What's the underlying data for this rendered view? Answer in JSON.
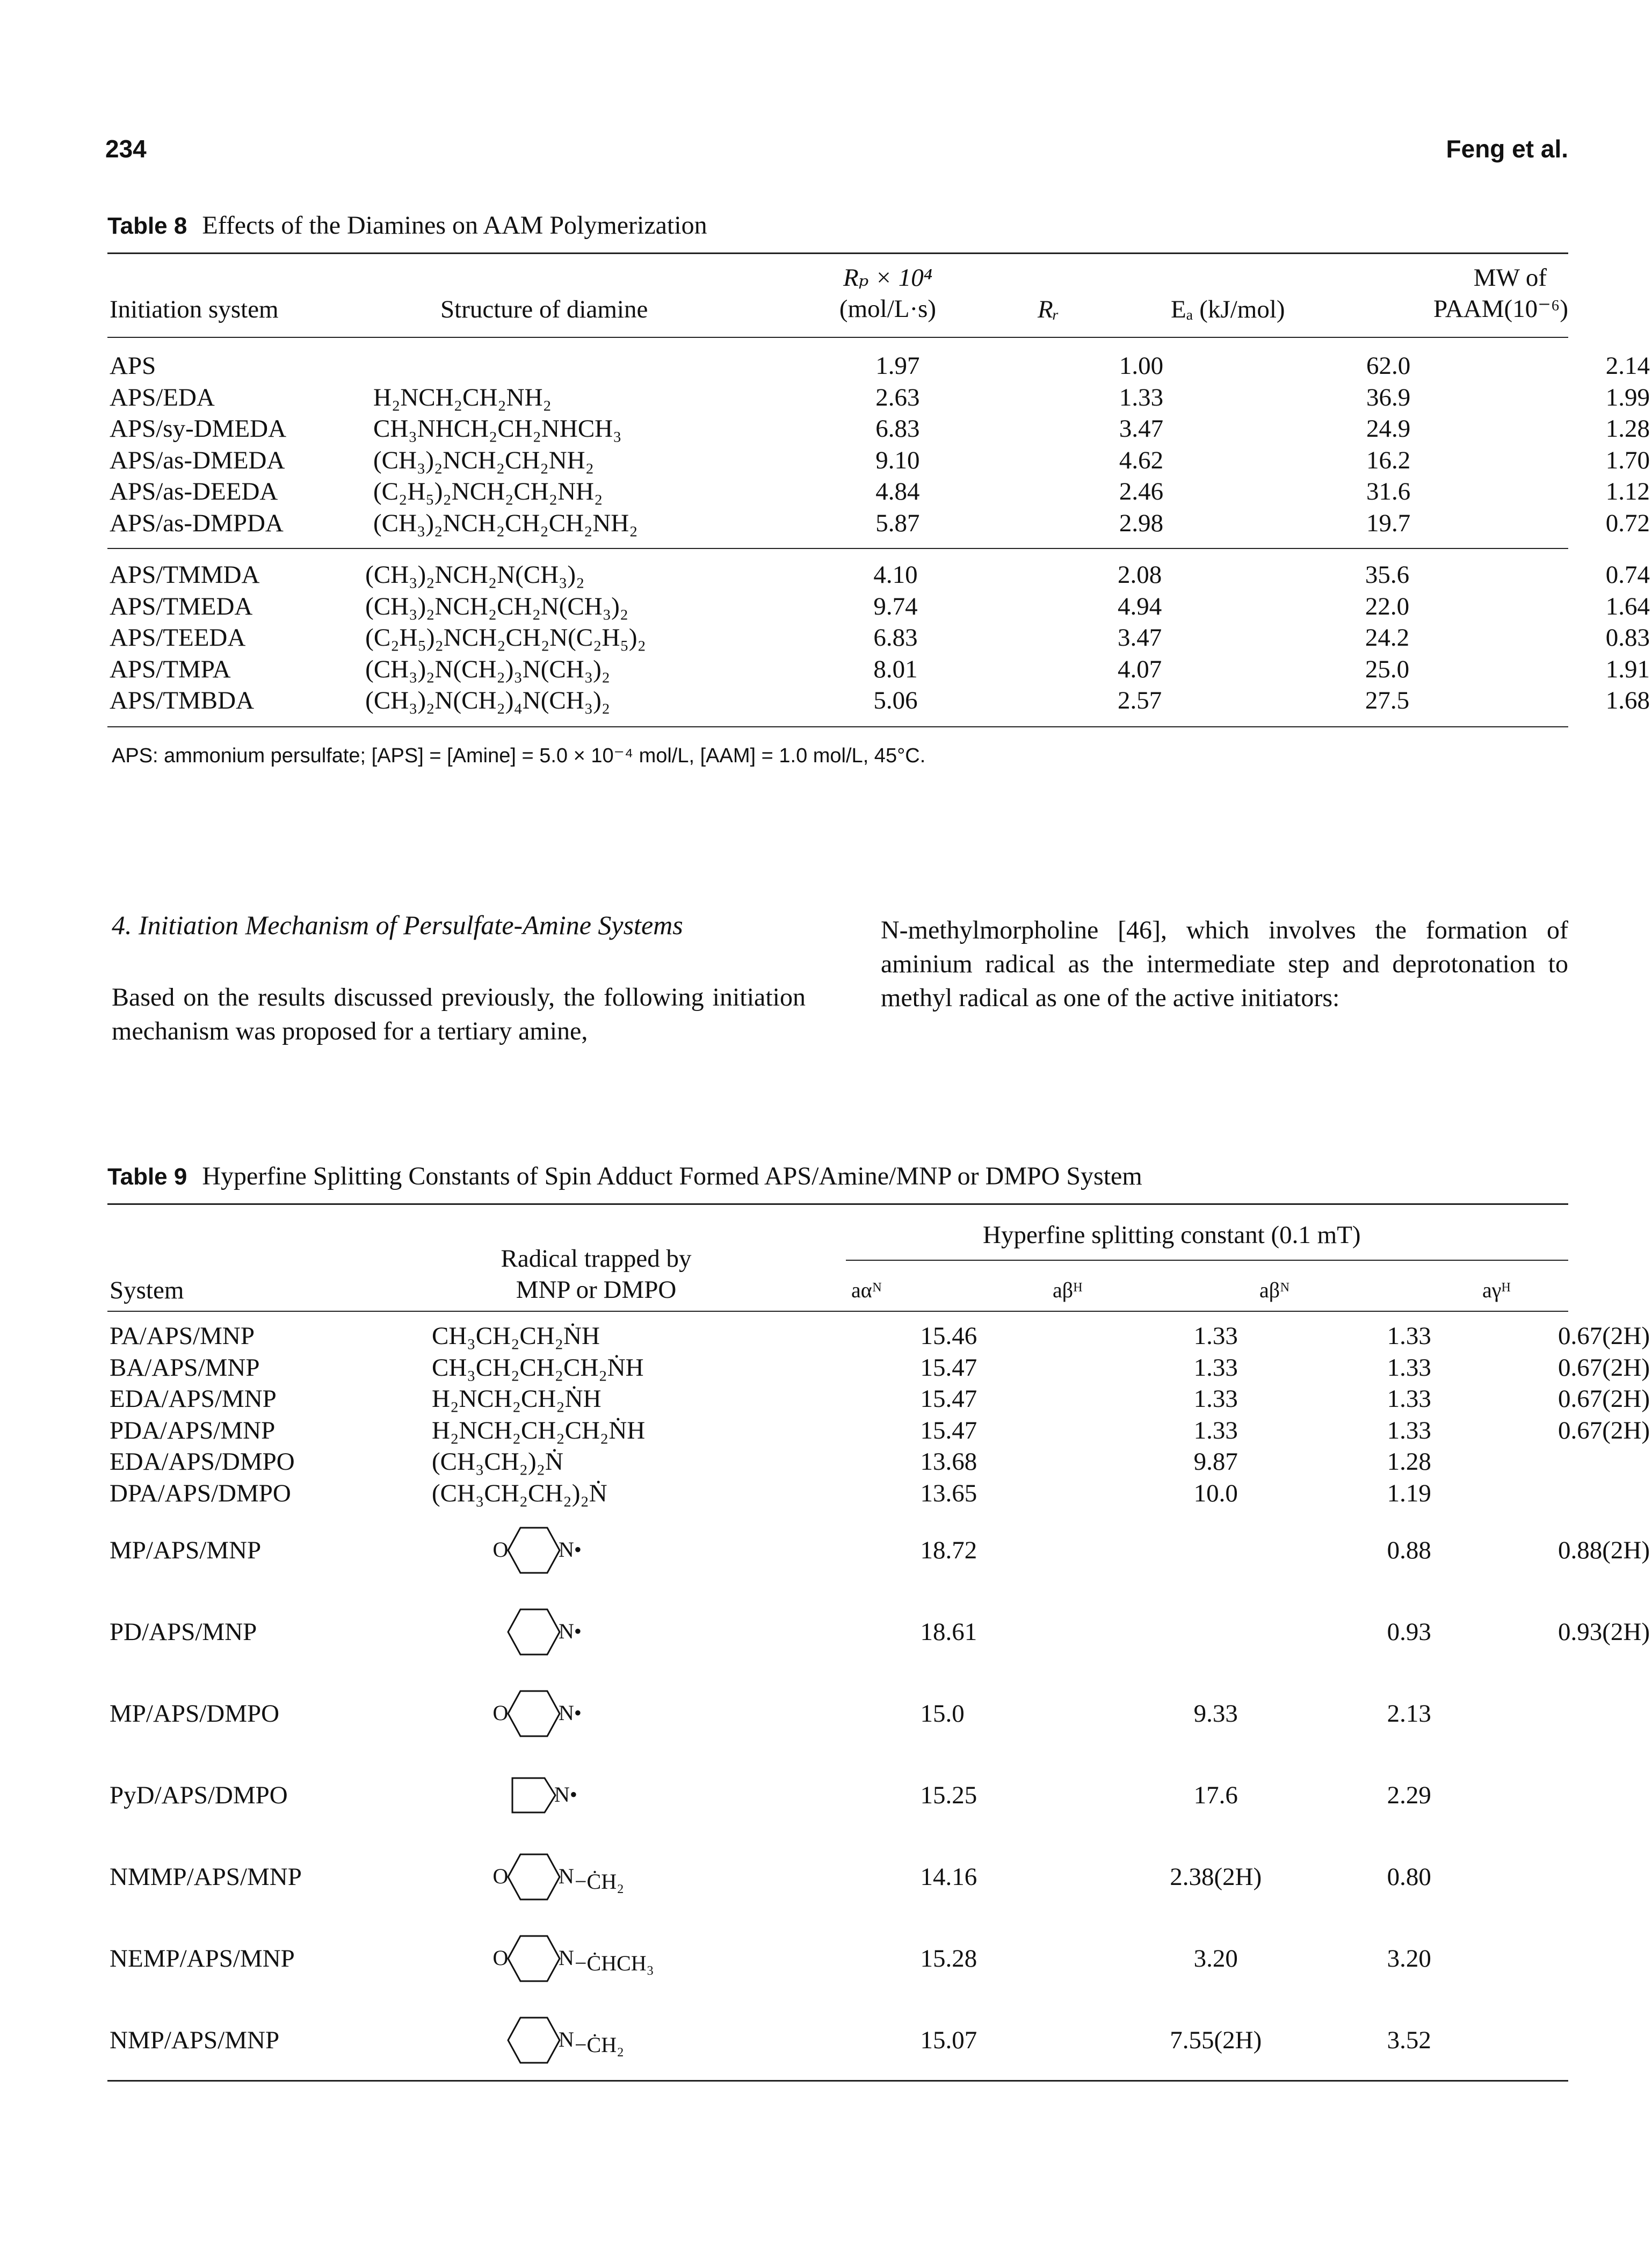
{
  "header": {
    "page_number": "234",
    "running_head": "Feng et al."
  },
  "table8": {
    "label": "Table 8",
    "title": "Effects of the Diamines on AAM Polymerization",
    "col_initiation": "Initiation system",
    "col_structure": "Structure of diamine",
    "col_rp_1": "Rₚ × 10⁴",
    "col_rp_2": "(mol/L·s)",
    "col_rr": "Rᵣ",
    "col_ea": "Eₐ (kJ/mol)",
    "col_mw_1": "MW of",
    "col_mw_2": "PAAM(10⁻⁶)",
    "group1": [
      [
        "APS",
        "",
        "1.97",
        "1.00",
        "62.0",
        "2.14"
      ],
      [
        "APS/EDA",
        "H₂NCH₂CH₂NH₂",
        "2.63",
        "1.33",
        "36.9",
        "1.99"
      ],
      [
        "APS/sy-DMEDA",
        "CH₃NHCH₂CH₂NHCH₃",
        "6.83",
        "3.47",
        "24.9",
        "1.28"
      ],
      [
        "APS/as-DMEDA",
        "(CH₃)₂NCH₂CH₂NH₂",
        "9.10",
        "4.62",
        "16.2",
        "1.70"
      ],
      [
        "APS/as-DEEDA",
        "(C₂H₅)₂NCH₂CH₂NH₂",
        "4.84",
        "2.46",
        "31.6",
        "1.12"
      ],
      [
        "APS/as-DMPDA",
        "(CH₃)₂NCH₂CH₂CH₂NH₂",
        "5.87",
        "2.98",
        "19.7",
        "0.72"
      ]
    ],
    "group2": [
      [
        "APS/TMMDA",
        "(CH₃)₂NCH₂N(CH₃)₂",
        "4.10",
        "2.08",
        "35.6",
        "0.74"
      ],
      [
        "APS/TMEDA",
        "(CH₃)₂NCH₂CH₂N(CH₃)₂",
        "9.74",
        "4.94",
        "22.0",
        "1.64"
      ],
      [
        "APS/TEEDA",
        "(C₂H₅)₂NCH₂CH₂N(C₂H₅)₂",
        "6.83",
        "3.47",
        "24.2",
        "0.83"
      ],
      [
        "APS/TMPA",
        "(CH₃)₂N(CH₂)₃N(CH₃)₂",
        "8.01",
        "4.07",
        "25.0",
        "1.91"
      ],
      [
        "APS/TMBDA",
        "(CH₃)₂N(CH₂)₄N(CH₃)₂",
        "5.06",
        "2.57",
        "27.5",
        "1.68"
      ]
    ],
    "note": "APS: ammonium persulfate; [APS] = [Amine] = 5.0 × 10⁻⁴ mol/L, [AAM] = 1.0 mol/L, 45°C."
  },
  "section": {
    "title": "4. Initiation Mechanism of Persulfate-Amine Systems",
    "left_para": "Based on the results discussed previously, the following initiation mechanism was proposed for a tertiary amine,",
    "right_para": "N-methylmorpholine [46], which involves the formation of aminium radical as the intermediate step and deprotonation to methyl radical as one of the active initiators:"
  },
  "table9": {
    "label": "Table 9",
    "title": "Hyperfine Splitting Constants of Spin Adduct Formed APS/Amine/MNP or DMPO System",
    "col_system": "System",
    "col_radical_1": "Radical trapped by",
    "col_radical_2": "MNP or DMPO",
    "col_group": "Hyperfine splitting constant (0.1 mT)",
    "col_an": "aαᴺ",
    "col_ah": "aβᴴ",
    "col_abn": "aβᴺ",
    "col_ag": "aγᴴ",
    "text_rows": [
      [
        "PA/APS/MNP",
        "CH₃CH₂CH₂ṄH",
        "15.46",
        "1.33",
        "1.33",
        "0.67(2H)"
      ],
      [
        "BA/APS/MNP",
        "CH₃CH₂CH₂CH₂ṄH",
        "15.47",
        "1.33",
        "1.33",
        "0.67(2H)"
      ],
      [
        "EDA/APS/MNP",
        "H₂NCH₂CH₂ṄH",
        "15.47",
        "1.33",
        "1.33",
        "0.67(2H)"
      ],
      [
        "PDA/APS/MNP",
        "H₂NCH₂CH₂CH₂ṄH",
        "15.47",
        "1.33",
        "1.33",
        "0.67(2H)"
      ],
      [
        "EDA/APS/DMPO",
        "(CH₃CH₂)₂Ṅ",
        "13.68",
        "9.87",
        "1.28",
        ""
      ],
      [
        "DPA/APS/DMPO",
        "(CH₃CH₂CH₂)₂Ṅ",
        "13.65",
        "10.0",
        "1.19",
        ""
      ]
    ],
    "struct_rows": [
      {
        "system": "MP/APS/MNP",
        "ring_o": "O",
        "ring_n": "N•",
        "sub": "",
        "an": "18.72",
        "ah": "",
        "abn": "0.88",
        "ag": "0.88(2H)"
      },
      {
        "system": "PD/APS/MNP",
        "ring_o": "",
        "ring_n": "N•",
        "sub": "",
        "an": "18.61",
        "ah": "",
        "abn": "0.93",
        "ag": "0.93(2H)"
      },
      {
        "system": "MP/APS/DMPO",
        "ring_o": "O",
        "ring_n": "N•",
        "sub": "",
        "an": "15.0",
        "ah": "9.33",
        "abn": "2.13",
        "ag": ""
      },
      {
        "system": "PyD/APS/DMPO",
        "ring_o": "",
        "ring_n": "N•",
        "sub": "",
        "an": "15.25",
        "ah": "17.6",
        "abn": "2.29",
        "ag": ""
      },
      {
        "system": "NMMP/APS/MNP",
        "ring_o": "O",
        "ring_n": "N",
        "sub": "−ĊH₂",
        "an": "14.16",
        "ah": "2.38(2H)",
        "abn": "0.80",
        "ag": ""
      },
      {
        "system": "NEMP/APS/MNP",
        "ring_o": "O",
        "ring_n": "N",
        "sub": "−ĊHCH₃",
        "an": "15.28",
        "ah": "3.20",
        "abn": "3.20",
        "ag": ""
      },
      {
        "system": "NMP/APS/MNP",
        "ring_o": "",
        "ring_n": "N",
        "sub": "−ĊH₂",
        "an": "15.07",
        "ah": "7.55(2H)",
        "abn": "3.52",
        "ag": ""
      }
    ]
  }
}
